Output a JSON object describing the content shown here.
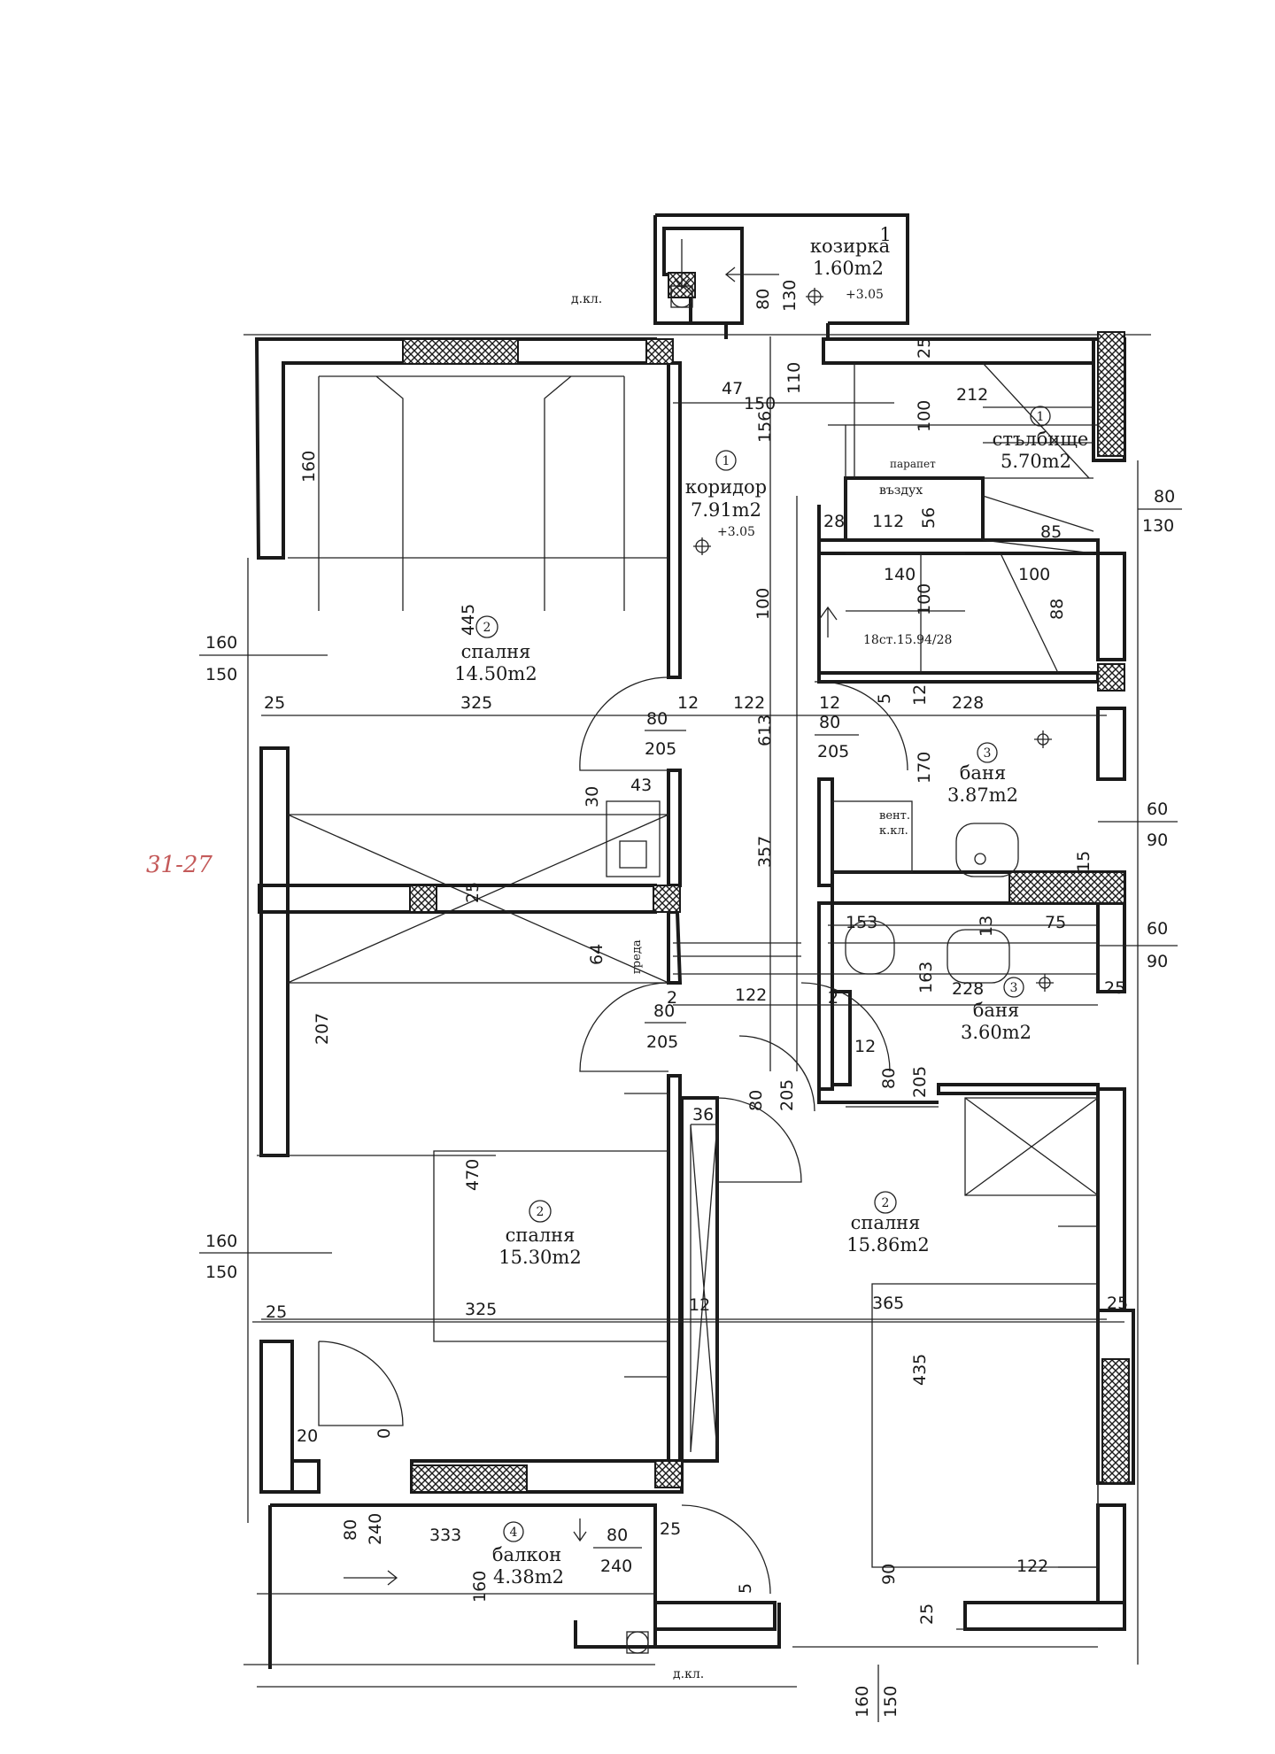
{
  "rooms": [
    {
      "num": "1",
      "name": "козирка",
      "area": "1.60m2",
      "level": "+3.05"
    },
    {
      "num": "1",
      "name": "коридор",
      "area": "7.91m2",
      "level": "+3.05"
    },
    {
      "num": "1",
      "name": "стълбище",
      "area": "5.70m2"
    },
    {
      "num": "2",
      "name": "спалня",
      "area": "14.50m2"
    },
    {
      "num": "3",
      "name": "баня",
      "area": "3.87m2"
    },
    {
      "num": "3",
      "name": "баня",
      "area": "3.60m2"
    },
    {
      "num": "2",
      "name": "спалня",
      "area": "15.30m2"
    },
    {
      "num": "2",
      "name": "спалня",
      "area": "15.86m2"
    },
    {
      "num": "4",
      "name": "балкон",
      "area": "4.38m2"
    }
  ],
  "notes": {
    "dkl_top": "д.кл.",
    "dkl_bottom": "д.кл.",
    "parapet": "парапет",
    "vazduh": "въздух",
    "stairs": "18ст.15.94/28",
    "vent": "вент.",
    "kkl": "к.кл.",
    "greda": "греда",
    "stamp": "31-27"
  },
  "dims": {
    "d_80_top": "80",
    "d_130_top": "130",
    "d_25_top": "25",
    "d_110": "110",
    "d_47": "47",
    "d_150": "150",
    "d_156": "156",
    "d_212": "212",
    "d_100a": "100",
    "d_160_left": "160",
    "d_28": "28",
    "d_112": "112",
    "d_56": "56",
    "d_85": "85",
    "d_80r": "80",
    "d_130r": "130",
    "d_445": "445",
    "d_140": "140",
    "d_100b": "100",
    "d_100c": "100",
    "d_100d": "100",
    "d_88": "88",
    "d_160a": "160",
    "d_150a": "150",
    "d_25a": "25",
    "d_325a": "325",
    "d_80a": "80",
    "d_205a": "205",
    "d_12a": "12",
    "d_122a": "122",
    "d_12b": "12",
    "d_80b": "80",
    "d_205b": "205",
    "d_613": "613",
    "d_5a": "5",
    "d_12c": "12",
    "d_228a": "228",
    "d_30": "30",
    "d_43": "43",
    "d_170": "170",
    "d_357": "357",
    "d_60a": "60",
    "d_90a": "90",
    "d_15": "15",
    "d_13": "13",
    "d_25b": "25",
    "d_153": "153",
    "d_75": "75",
    "d_60b": "60",
    "d_90b": "90",
    "d_64": "64",
    "d_2a": "2",
    "d_122b": "122",
    "d_2b": "2",
    "d_163": "163",
    "d_228b": "228",
    "d_25c": "25",
    "d_207": "207",
    "d_80c": "80",
    "d_205c": "205",
    "d_12d": "12",
    "d_80d": "80",
    "d_205d": "205",
    "d_80e": "80",
    "d_205e": "205",
    "d_36": "36",
    "d_470": "470",
    "d_160b": "160",
    "d_150b": "150",
    "d_25d": "25",
    "d_325b": "325",
    "d_12e": "12",
    "d_365": "365",
    "d_25e": "25",
    "d_435": "435",
    "d_20": "20",
    "d_0": "0",
    "d_80f": "80",
    "d_240a": "240",
    "d_333": "333",
    "d_80g": "80",
    "d_240b": "240",
    "d_25f": "25",
    "d_160c": "160",
    "d_5b": "5",
    "d_90c": "90",
    "d_122c": "122",
    "d_25g": "25",
    "d_160d": "160",
    "d_150d": "150"
  }
}
